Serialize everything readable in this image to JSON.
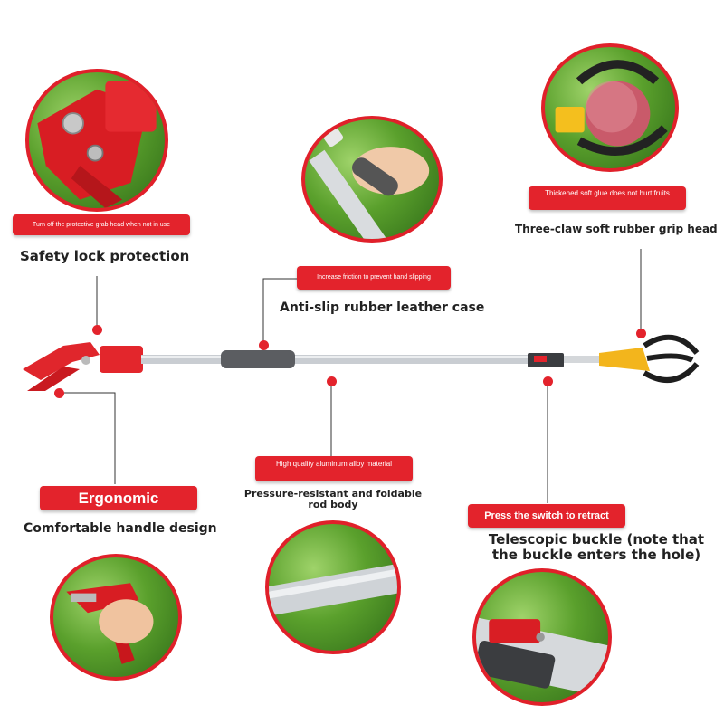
{
  "callouts": {
    "safety_lock": {
      "tag": "Turn off the protective grab head when not in use",
      "title": "Safety lock protection"
    },
    "anti_slip": {
      "tag": "Increase friction to prevent hand slipping",
      "title": "Anti-slip rubber leather case"
    },
    "grip_head": {
      "tag": "Thickened soft glue does not hurt fruits",
      "title": "Three-claw soft rubber grip head"
    },
    "ergonomic": {
      "tag": "Ergonomic",
      "title": "Comfortable handle design"
    },
    "rod": {
      "tag": "High quality aluminum alloy material",
      "title": "Pressure-resistant and foldable rod body"
    },
    "buckle": {
      "tag": "Press the switch to retract",
      "title": "Telescopic buckle (note that the buckle enters the hole)"
    }
  },
  "colors": {
    "accent_red": "#e3232c",
    "foliage_green": "#5aa02c",
    "rod_silver": "#c9cdd2",
    "grip_gray": "#5b5d61",
    "head_yellow": "#f3b51c"
  },
  "icons": [
    "safety-lock-detail-photo",
    "grip-hand-photo",
    "fruit-claw-photo",
    "handle-hand-photo",
    "rod-closeup-photo",
    "buckle-closeup-photo"
  ]
}
